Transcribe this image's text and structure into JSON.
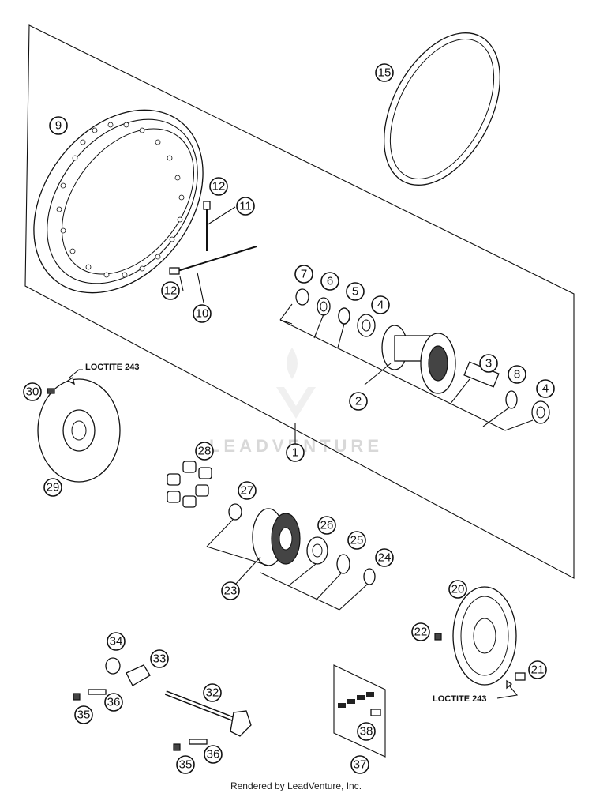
{
  "callouts": {
    "c1": "1",
    "c2": "2",
    "c3": "3",
    "c4a": "4",
    "c4b": "4",
    "c5": "5",
    "c6": "6",
    "c7": "7",
    "c8": "8",
    "c9": "9",
    "c10": "10",
    "c11": "11",
    "c12a": "12",
    "c12b": "12",
    "c15": "15",
    "c20": "20",
    "c21": "21",
    "c22": "22",
    "c23": "23",
    "c24": "24",
    "c25": "25",
    "c26": "26",
    "c27": "27",
    "c28": "28",
    "c29": "29",
    "c30": "30",
    "c32": "32",
    "c33": "33",
    "c34": "34",
    "c35a": "35",
    "c35b": "35",
    "c36a": "36",
    "c36b": "36",
    "c37": "37",
    "c38": "38"
  },
  "notes": {
    "loctite_left": "LOCTITE 243",
    "loctite_right": "LOCTITE 243"
  },
  "watermark": "LEADVENTURE",
  "footer": "Rendered by LeadVenture, Inc."
}
